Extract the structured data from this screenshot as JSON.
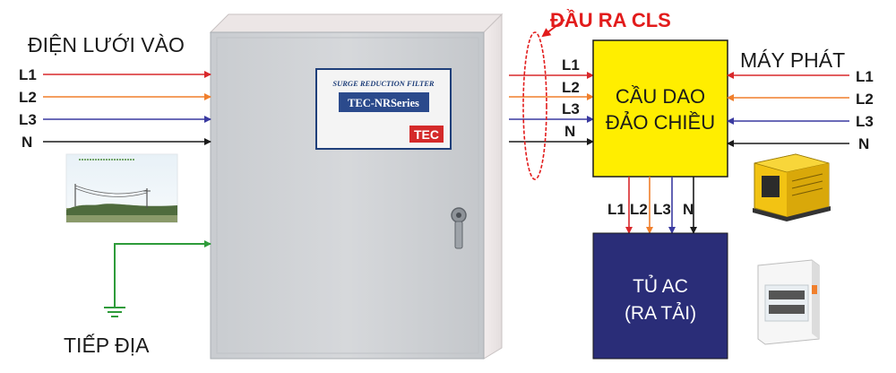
{
  "labels": {
    "grid_input": "ĐIỆN LƯỚI VÀO",
    "generator": "MÁY PHÁT",
    "cls_output": "ĐẦU RA CLS",
    "grounding": "TIẾP ĐỊA"
  },
  "line_labels": [
    "L1",
    "L2",
    "L3",
    "N"
  ],
  "cabinet": {
    "plate_title": "SURGE REDUCTION FILTER",
    "plate_model": "TEC-NRSeries",
    "logo_text": "TEC"
  },
  "transfer_switch": {
    "line1": "CẦU DAO",
    "line2": "ĐẢO CHIỀU"
  },
  "ac_panel": {
    "line1": "TỦ AC",
    "line2": "(RA TẢI)"
  },
  "colors": {
    "L1": "#d9282b",
    "L2": "#f07f2c",
    "L3": "#3a3aa0",
    "N": "#1a1a1a",
    "ground": "#2e9b3a",
    "transfer_switch_fill": "#ffee00",
    "ac_panel_fill": "#2a2d78",
    "cls_label": "#e21b1b",
    "plate_bg": "#2b4a8c",
    "cabinet": "#cfd2d6"
  },
  "icons": {
    "grid_photo": "power-lines-photo",
    "generator_photo": "diesel-generator-photo",
    "ac_panel_photo": "distribution-box-photo",
    "ground_symbol": "ground-icon",
    "lock": "cabinet-lock-icon"
  }
}
